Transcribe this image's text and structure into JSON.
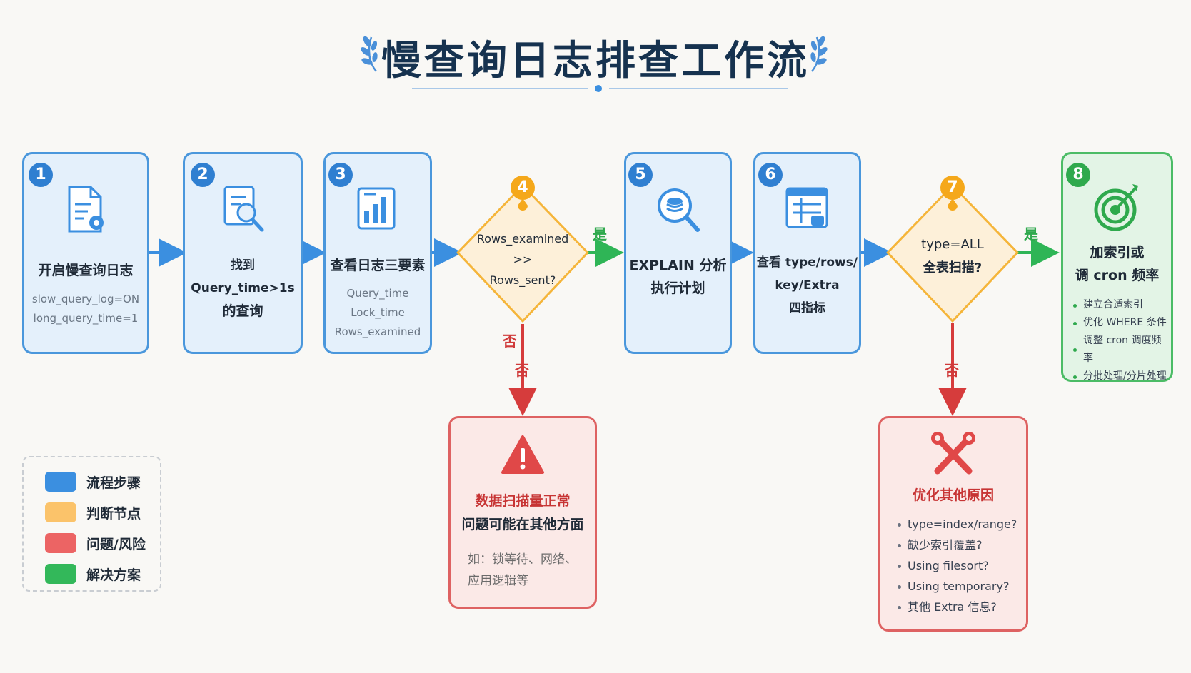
{
  "title": "慢查询日志排查工作流",
  "colors": {
    "step": "#4a97dc",
    "decision": "#f7b733",
    "problem": "#de6262",
    "solution": "#4cbc66"
  },
  "steps": [
    {
      "num": "1",
      "title": "开启慢查询日志",
      "details": [
        "slow_query_log=ON",
        "long_query_time=1"
      ],
      "icon": "log-settings-icon"
    },
    {
      "num": "2",
      "title_lines": [
        "找到 Query_time>1s",
        "的查询"
      ],
      "icon": "document-search-icon"
    },
    {
      "num": "3",
      "title": "查看日志三要素",
      "details": [
        "Query_time",
        "Lock_time",
        "Rows_examined"
      ],
      "icon": "bar-chart-icon"
    },
    {
      "num": "5",
      "title_lines": [
        "EXPLAIN 分析",
        "执行计划"
      ],
      "icon": "magnifier-database-icon"
    },
    {
      "num": "6",
      "title_lines": [
        "查看 type/rows/",
        "key/Extra",
        "四指标"
      ],
      "icon": "table-check-icon"
    }
  ],
  "decisions": [
    {
      "num": "4",
      "lines": [
        "Rows_examined",
        ">>",
        "Rows_sent?"
      ],
      "yes": "是",
      "no": [
        "否",
        "否"
      ]
    },
    {
      "num": "7",
      "lines": [
        "type=ALL",
        "全表扫描?"
      ],
      "yes": "是",
      "no": [
        "否"
      ]
    }
  ],
  "solution": {
    "num": "8",
    "title_lines": [
      "加索引或",
      "调 cron 频率"
    ],
    "items": [
      "建立合适索引",
      "优化 WHERE 条件",
      "调整 cron 调度频率",
      "分批处理/分片处理"
    ],
    "icon": "target-icon"
  },
  "problem1": {
    "title_lines": [
      "数据扫描量正常",
      "问题可能在其他方面"
    ],
    "detail_lines": [
      "如：锁等待、网络、",
      "应用逻辑等"
    ],
    "icon": "warning-icon"
  },
  "problem2": {
    "title": "优化其他原因",
    "items": [
      "type=index/range?",
      "缺少索引覆盖?",
      "Using filesort?",
      "Using temporary?",
      "其他 Extra 信息?"
    ],
    "icon": "tools-icon"
  },
  "legend": [
    {
      "label": "流程步骤",
      "color": "#3b8fe0"
    },
    {
      "label": "判断节点",
      "color": "#fbc36a"
    },
    {
      "label": "问题/风险",
      "color": "#ec6464"
    },
    {
      "label": "解决方案",
      "color": "#33b85a"
    }
  ]
}
